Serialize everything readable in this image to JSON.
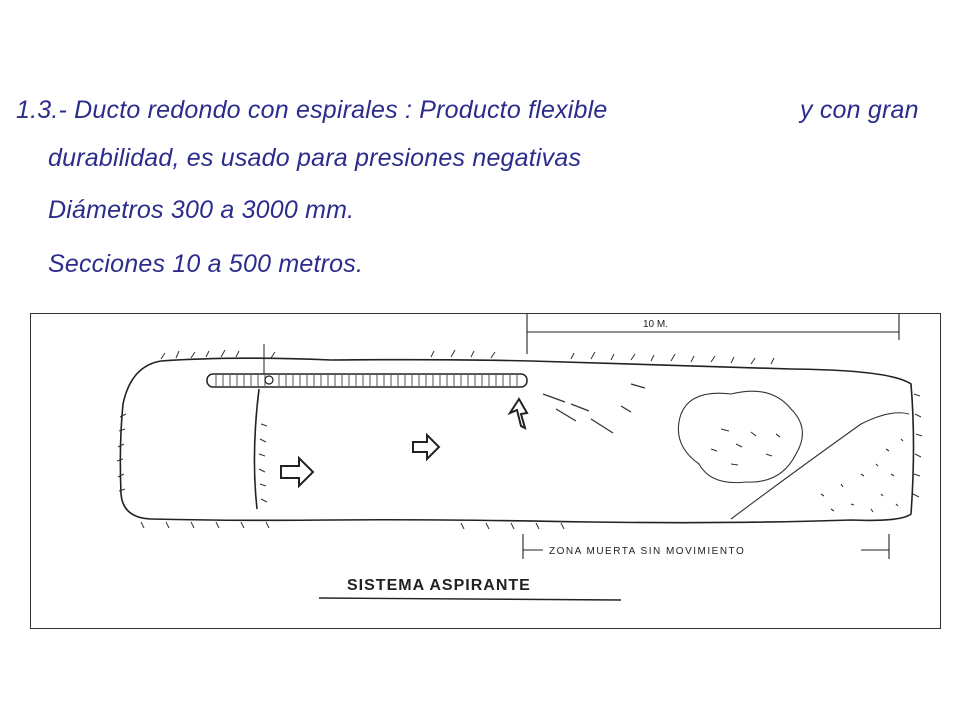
{
  "slide": {
    "line1_a": "1.3.- Ducto redondo con espirales : Producto flexible",
    "line1_b": "y con gran",
    "line2": "durabilidad, es usado para presiones negativas",
    "line3": "Diámetros 300 a 3000 mm.",
    "line4": "Secciones 10 a 500 metros."
  },
  "figure": {
    "dimension_label": "10 M.",
    "zone_label": "ZONA MUERTA SIN MOVIMIENTO",
    "caption": "SISTEMA ASPIRANTE"
  }
}
